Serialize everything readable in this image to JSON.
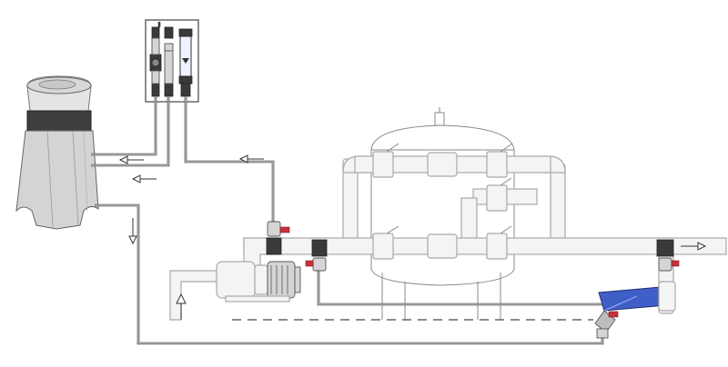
{
  "colors": {
    "background": "#ffffff",
    "pipe_fill": "#f4f4f4",
    "pipe_stroke": "#a9a9a9",
    "dosing_tube": "#3c3c3c",
    "valve_handle": "#c8303a",
    "filter_mesh": "#3f5ec8",
    "ground_line": "#666666"
  },
  "components": [
    {
      "name": "chemical-tank",
      "icon": "tank-icon"
    },
    {
      "name": "flowmeter-panel",
      "icon": "flowmeter-icon"
    },
    {
      "name": "sand-filter-vessel",
      "icon": "filter-vessel-icon"
    },
    {
      "name": "circulation-pump",
      "icon": "pump-icon"
    },
    {
      "name": "y-strainer",
      "icon": "strainer-icon"
    }
  ],
  "flow_arrows": [
    {
      "name": "flow-arrow-tank-inlet-1",
      "direction": "left"
    },
    {
      "name": "flow-arrow-tank-inlet-2",
      "direction": "left"
    },
    {
      "name": "flow-arrow-sample-line",
      "direction": "left"
    },
    {
      "name": "flow-arrow-tank-drain",
      "direction": "down"
    },
    {
      "name": "flow-arrow-pump-suction",
      "direction": "up"
    },
    {
      "name": "flow-arrow-outlet",
      "direction": "right"
    }
  ]
}
